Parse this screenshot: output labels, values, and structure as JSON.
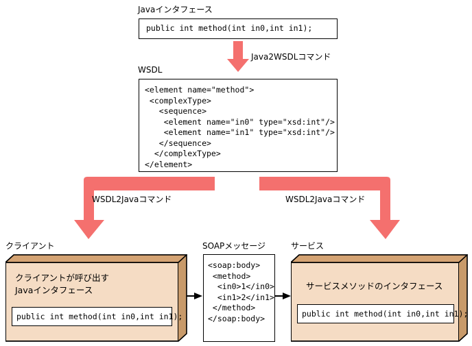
{
  "diagram": {
    "title_alt": "Java2WSDL / WSDL2Java flow",
    "colors": {
      "arrow": "#F4706E",
      "panel_front": "#F5DCC4",
      "panel_side": "#C89A6A",
      "panel_top": "#D4A373",
      "outline": "#000000",
      "background": "#FFFFFF"
    }
  },
  "java_interface": {
    "label": "Javaインタフェース",
    "code": "public int method(int in0,int in1);"
  },
  "java2wsdl": {
    "label": "Java2WSDLコマンド",
    "icon": "down-arrow-icon"
  },
  "wsdl": {
    "label": "WSDL",
    "code": "<element name=\"method\">\n <complexType>\n   <sequence>\n    <element name=\"in0\" type=\"xsd:int\"/>\n    <element name=\"in1\" type=\"xsd:int\"/>\n   </sequence>\n  </complexType>\n</element>"
  },
  "wsdl2java_left": {
    "label": "WSDL2Javaコマンド",
    "icon": "elbow-arrow-down-left-icon"
  },
  "wsdl2java_right": {
    "label": "WSDL2Javaコマンド",
    "icon": "elbow-arrow-down-right-icon"
  },
  "client": {
    "label": "クライアント",
    "title": "クライアントが呼び出す\nJavaインタフェース",
    "code": "public int method(int in0,int in1);"
  },
  "soap": {
    "label": "SOAPメッセージ",
    "code": "<soap:body>\n <method>\n  <in0>1</in0>\n  <in1>2</in1>\n </method>\n</soap:body>"
  },
  "service": {
    "label": "サービス",
    "title": "サービスメソッドのインタフェース",
    "code": "public int method(int in0,int in1);"
  },
  "connectors": {
    "client_to_soap": "right-arrow-icon",
    "soap_to_service": "right-arrow-icon"
  }
}
